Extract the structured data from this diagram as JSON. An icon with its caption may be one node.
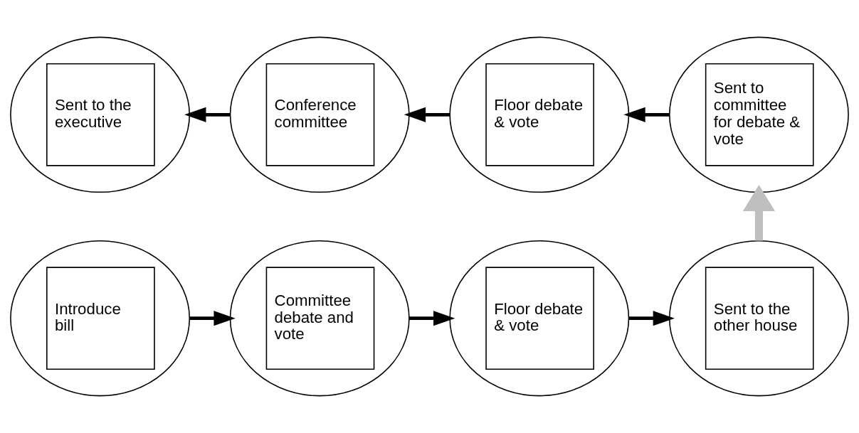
{
  "diagram": {
    "nodes": [
      {
        "text": [
          "Introduce bill"
        ]
      },
      {
        "text": [
          "Committee debate and vote"
        ]
      },
      {
        "text": [
          "Floor debate & vote"
        ]
      },
      {
        "text": [
          "Sent to the other house"
        ]
      },
      {
        "text": [
          "Sent to the executive"
        ]
      },
      {
        "text": [
          "Conference committee"
        ]
      },
      {
        "text": [
          "Floor debate & vote"
        ]
      },
      {
        "text": [
          "Sent to committee for debate & vote"
        ]
      }
    ],
    "edges": [
      {
        "from": 0,
        "to": 1,
        "arrow": "to"
      },
      {
        "from": 1,
        "to": 2,
        "arrow": "to"
      },
      {
        "from": 2,
        "to": 3,
        "arrow": "to"
      },
      {
        "from": 3,
        "to": 7,
        "arrow": "to",
        "style": "thick",
        "color": "#bfbfbf"
      },
      {
        "from": 7,
        "to": 6,
        "arrow": "to"
      },
      {
        "from": 6,
        "to": 5,
        "arrow": "to"
      },
      {
        "from": 5,
        "to": 4,
        "arrow": "to"
      }
    ]
  }
}
